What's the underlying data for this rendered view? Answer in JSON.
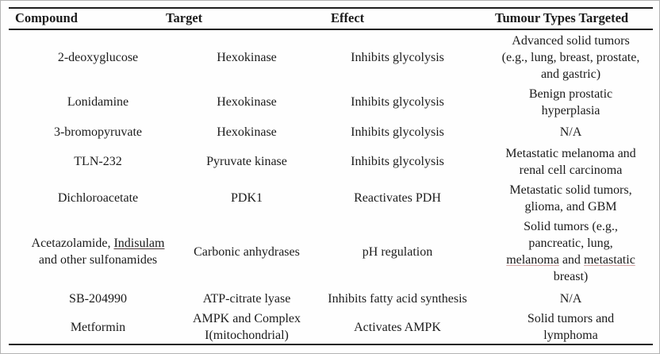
{
  "table": {
    "columns": [
      "Compound",
      "Target",
      "Effect",
      "Tumour Types Targeted"
    ],
    "rows": [
      {
        "compound": "2-deoxyglucose",
        "target": "Hexokinase",
        "effect": "Inhibits glycolysis",
        "tumour_types": "Advanced solid tumors\n(e.g., lung, breast, prostate,\nand gastric)"
      },
      {
        "compound": "Lonidamine",
        "target": "Hexokinase",
        "effect": "Inhibits glycolysis",
        "tumour_types": "Benign prostatic\nhyperplasia"
      },
      {
        "compound": "3-bromopyruvate",
        "target": "Hexokinase",
        "effect": "Inhibits glycolysis",
        "tumour_types": "N/A"
      },
      {
        "compound": "TLN-232",
        "target": "Pyruvate kinase",
        "effect": "Inhibits glycolysis",
        "tumour_types": "Metastatic melanoma and\nrenal cell carcinoma"
      },
      {
        "compound": "Dichloroacetate",
        "target": "PDK1",
        "effect": "Reactivates PDH",
        "tumour_types": "Metastatic solid tumors,\nglioma, and GBM"
      },
      {
        "compound": "Acetazolamide, Indisulam\nand other sulfonamides",
        "target": "Carbonic anhydrases",
        "effect": "pH regulation",
        "tumour_types": "Solid tumors (e.g.,\npancreatic, lung,\nmelanoma and metastatic\nbreast)",
        "underlined_words": {
          "Indisulam": "strong",
          "melanoma": "light",
          "metastatic": "light"
        }
      },
      {
        "compound": "SB-204990",
        "target": "ATP-citrate lyase",
        "effect": "Inhibits fatty acid synthesis",
        "tumour_types": "N/A"
      },
      {
        "compound": "Metformin",
        "target": "AMPK and Complex\nI(mitochondrial)",
        "effect": "Activates AMPK",
        "tumour_types": "Solid tumors and\nlymphoma"
      }
    ]
  },
  "styles": {
    "text_color": "#1b1b1b",
    "rule_color": "#1e1e1e",
    "background": "#fefefe"
  }
}
